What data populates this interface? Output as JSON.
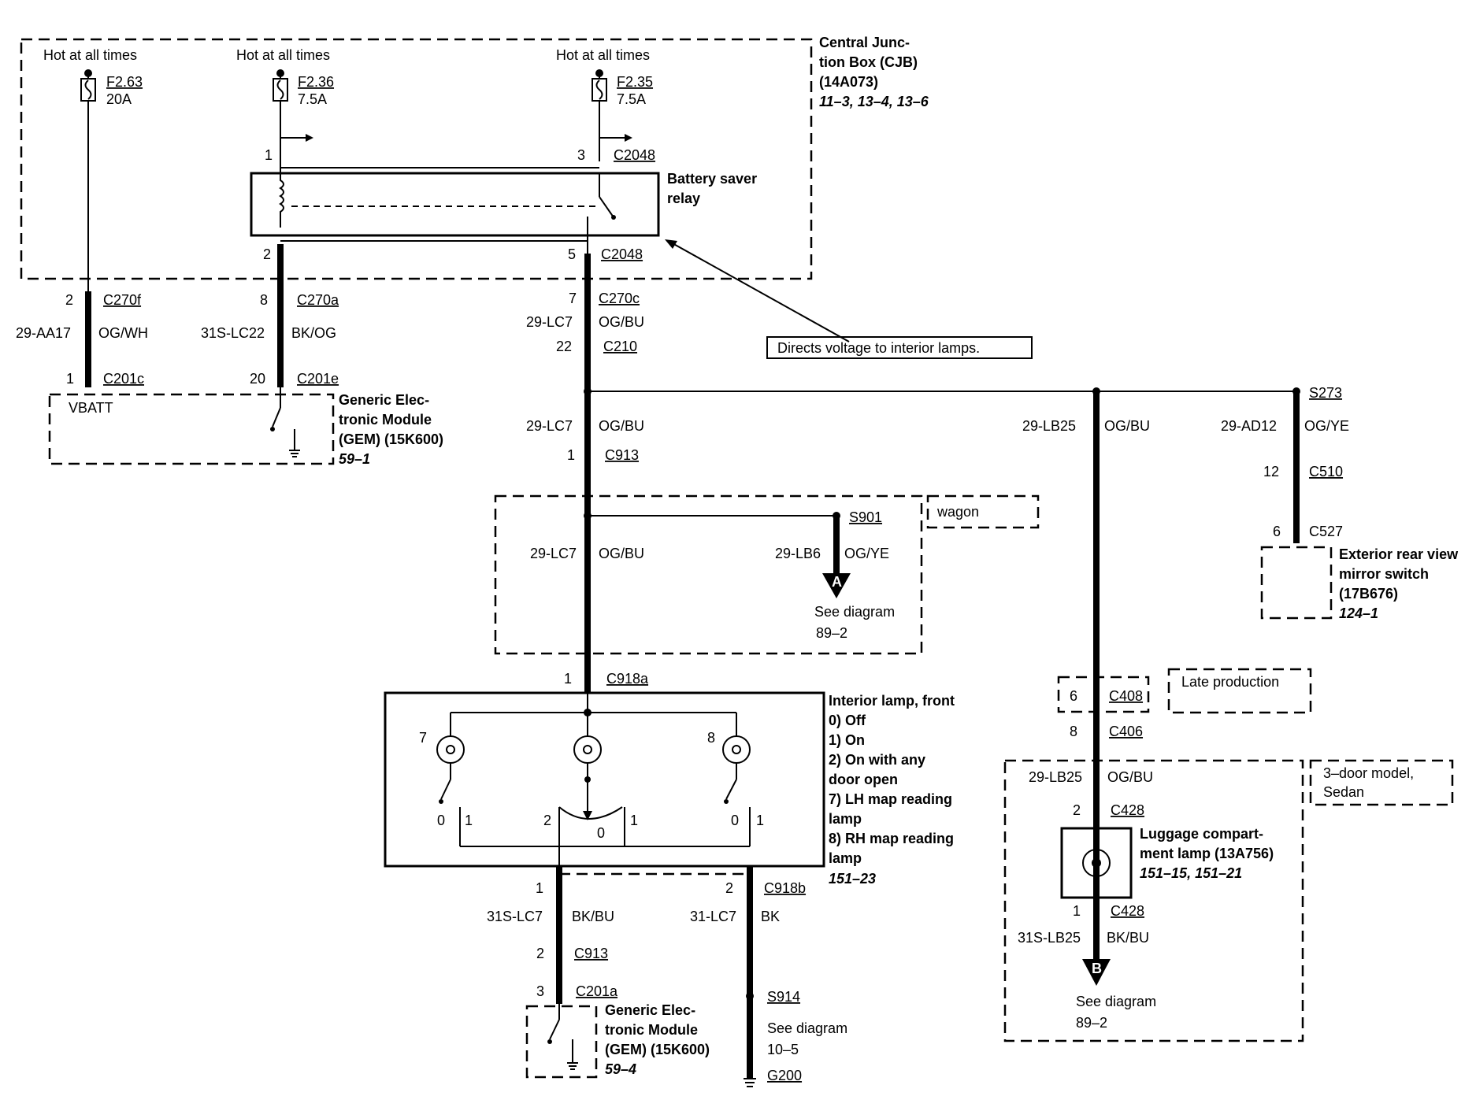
{
  "hot_label": "Hot at all times",
  "fuses": [
    {
      "id": "F2.63",
      "rating": "20A"
    },
    {
      "id": "F2.36",
      "rating": "7.5A"
    },
    {
      "id": "F2.35",
      "rating": "7.5A"
    }
  ],
  "cjb": {
    "title_lines": [
      "Central Junc-",
      "tion Box (CJB)",
      "(14A073)"
    ],
    "ref": "11–3, 13–4, 13–6"
  },
  "relay": {
    "title_lines": [
      "Battery saver",
      "relay"
    ],
    "connector": "C2048",
    "pin1": "1",
    "pin2": "2",
    "pin3": "3",
    "pin5": "5"
  },
  "note_voltage": "Directs voltage to interior lamps.",
  "w1": {
    "pin_top": "2",
    "conn_top": "C270f",
    "circuit": "29-AA17",
    "color": "OG/WH",
    "pin_bot": "1",
    "conn_bot": "C201c"
  },
  "w2": {
    "pin_top": "8",
    "conn_top": "C270a",
    "circuit": "31S-LC22",
    "color": "BK/OG",
    "pin_bot": "20",
    "conn_bot": "C201e"
  },
  "w3": {
    "pin_top": "7",
    "conn_top": "C270c",
    "circuit": "29-LC7",
    "color": "OG/BU",
    "pin_c210": "22",
    "conn_c210": "C210"
  },
  "gem1": {
    "vbatt": "VBATT",
    "title_lines": [
      "Generic Elec-",
      "tronic Module",
      "(GEM) (15K600)"
    ],
    "ref": "59–1"
  },
  "w4": {
    "circuit": "29-LC7",
    "color": "OG/BU",
    "pin": "1",
    "conn": "C913"
  },
  "wagon": {
    "label": "wagon",
    "splice": "S901",
    "circuit_main": "29-LC7",
    "color_main": "OG/BU",
    "circuit_branch": "29-LB6",
    "color_branch": "OG/YE",
    "marker": "A",
    "see1": "See diagram",
    "see2": "89–2"
  },
  "lamp_front": {
    "pin": "1",
    "conn": "C918a",
    "title": "Interior lamp, front",
    "modes": [
      "0)  Off",
      "1)  On",
      "2)  On with any",
      "      door open",
      "7)  LH map reading",
      "      lamp",
      "8)  RH map reading",
      "      lamp"
    ],
    "ref": "151–23",
    "n7": "7",
    "n8": "8",
    "s0a": "0",
    "s1a": "1",
    "s2": "2",
    "s0b": "0",
    "s1b": "1",
    "s0c": "0",
    "s1c": "1"
  },
  "w5": {
    "pin": "1",
    "circuit": "31S-LC7",
    "color": "BK/BU",
    "pin2": "2",
    "conn2": "C913",
    "pin3": "3",
    "conn3": "C201a"
  },
  "w6": {
    "pin": "2",
    "conn": "C918b",
    "circuit": "31-LC7",
    "color": "BK",
    "splice": "S914",
    "see1": "See diagram",
    "see2": "10–5",
    "ground": "G200"
  },
  "gem2": {
    "title_lines": [
      "Generic Elec-",
      "tronic Module",
      "(GEM) (15K600)"
    ],
    "ref": "59–4"
  },
  "w7": {
    "circuit": "29-LB25",
    "color": "OG/BU"
  },
  "w8": {
    "splice": "S273",
    "circuit": "29-AD12",
    "color": "OG/YE",
    "pin1": "12",
    "conn1": "C510",
    "pin2": "6",
    "conn2": "C527"
  },
  "mirror": {
    "title_lines": [
      "Exterior rear view",
      "mirror switch",
      "(17B676)"
    ],
    "ref": "124–1"
  },
  "late": {
    "label": "Late production",
    "pin_a": "6",
    "conn_a": "C408",
    "pin_b": "8",
    "conn_b": "C406"
  },
  "door3": {
    "label_lines": [
      "3–door model,",
      "Sedan"
    ],
    "circuit": "29-LB25",
    "color": "OG/BU",
    "pin_top": "2",
    "conn_top": "C428",
    "pin_bot": "1",
    "conn_bot": "C428",
    "circuit_bot": "31S-LB25",
    "color_bot": "BK/BU",
    "marker": "B",
    "see1": "See diagram",
    "see2": "89–2"
  },
  "luggage": {
    "title_lines": [
      "Luggage compart-",
      "ment lamp (13A756)"
    ],
    "ref": "151–15, 151–21"
  }
}
